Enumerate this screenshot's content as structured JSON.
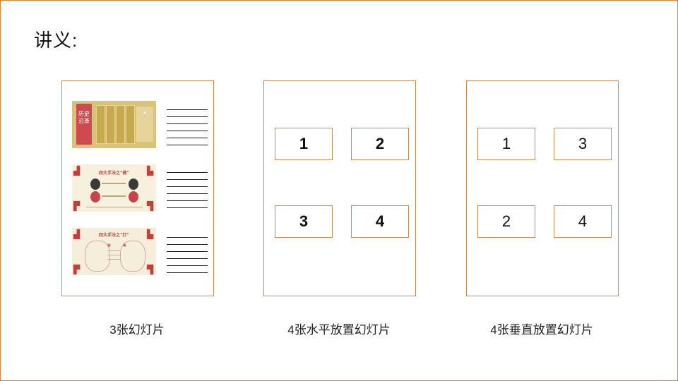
{
  "slide": {
    "title": "讲义:",
    "accent_color": "#ed7d31",
    "border_color": "#c98a56"
  },
  "layouts": [
    {
      "caption": "3张幻灯片",
      "thumbnails": [
        {
          "heading": "历史沿革"
        },
        {
          "heading": "四大手法之“做”"
        },
        {
          "heading": "四大手法之“打”"
        }
      ]
    },
    {
      "caption": "4张水平放置幻灯片",
      "boxes": [
        "1",
        "2",
        "3",
        "4"
      ]
    },
    {
      "caption": "4张垂直放置幻灯片",
      "boxes": [
        "1",
        "3",
        "2",
        "4"
      ]
    }
  ]
}
